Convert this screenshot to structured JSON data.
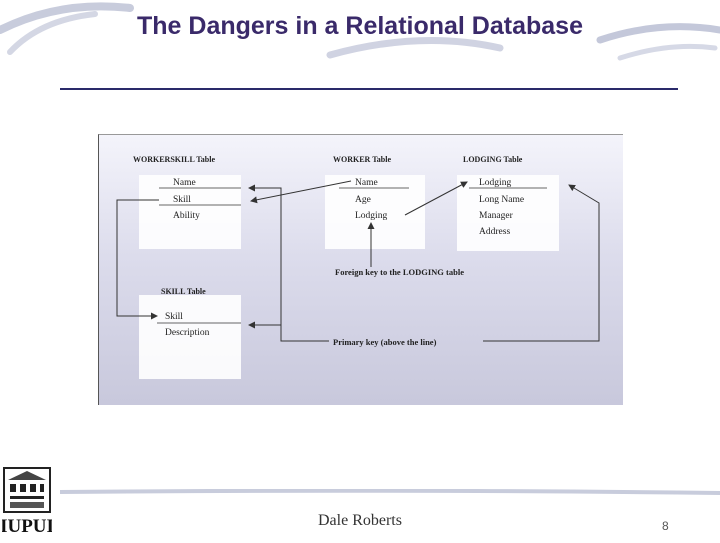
{
  "slide": {
    "title": "The Dangers in a Relational Database",
    "footer": "Dale Roberts",
    "page_number": "8",
    "logo_text": "IUPUI"
  },
  "diagram": {
    "tables": [
      {
        "title": "WORKERSKILL Table",
        "fields": [
          "Name",
          "Skill",
          "Ability"
        ]
      },
      {
        "title": "WORKER Table",
        "fields": [
          "Name",
          "Age",
          "Lodging"
        ]
      },
      {
        "title": "LODGING Table",
        "fields": [
          "Lodging",
          "Long Name",
          "Manager",
          "Address"
        ]
      },
      {
        "title": "SKILL Table",
        "fields": [
          "Skill",
          "Description"
        ]
      }
    ],
    "annotations": {
      "foreign_key": "Foreign key to the LODGING table",
      "primary_key": "Primary key (above the line)"
    }
  },
  "colors": {
    "title": "#3a2a6a",
    "rule": "#2a2a6a",
    "swoosh": "#c0c4d8"
  }
}
